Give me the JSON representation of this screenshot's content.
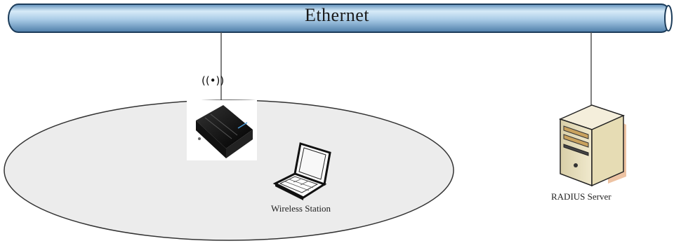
{
  "network": {
    "ethernet_label": "Ethernet"
  },
  "devices": {
    "wireless_station_label": "Wireless Station",
    "radius_server_label": "RADIUS Server"
  },
  "icons": {
    "access_point": "access-point-icon",
    "wireless_signal": "wireless-signal-icon",
    "laptop": "laptop-icon",
    "server": "server-icon"
  },
  "colors": {
    "ethernet_bus_fill": "#a9cbe6",
    "coverage_area_fill": "#ededed",
    "server_body": "#e8dfc1",
    "server_accent": "#d8b27a"
  }
}
